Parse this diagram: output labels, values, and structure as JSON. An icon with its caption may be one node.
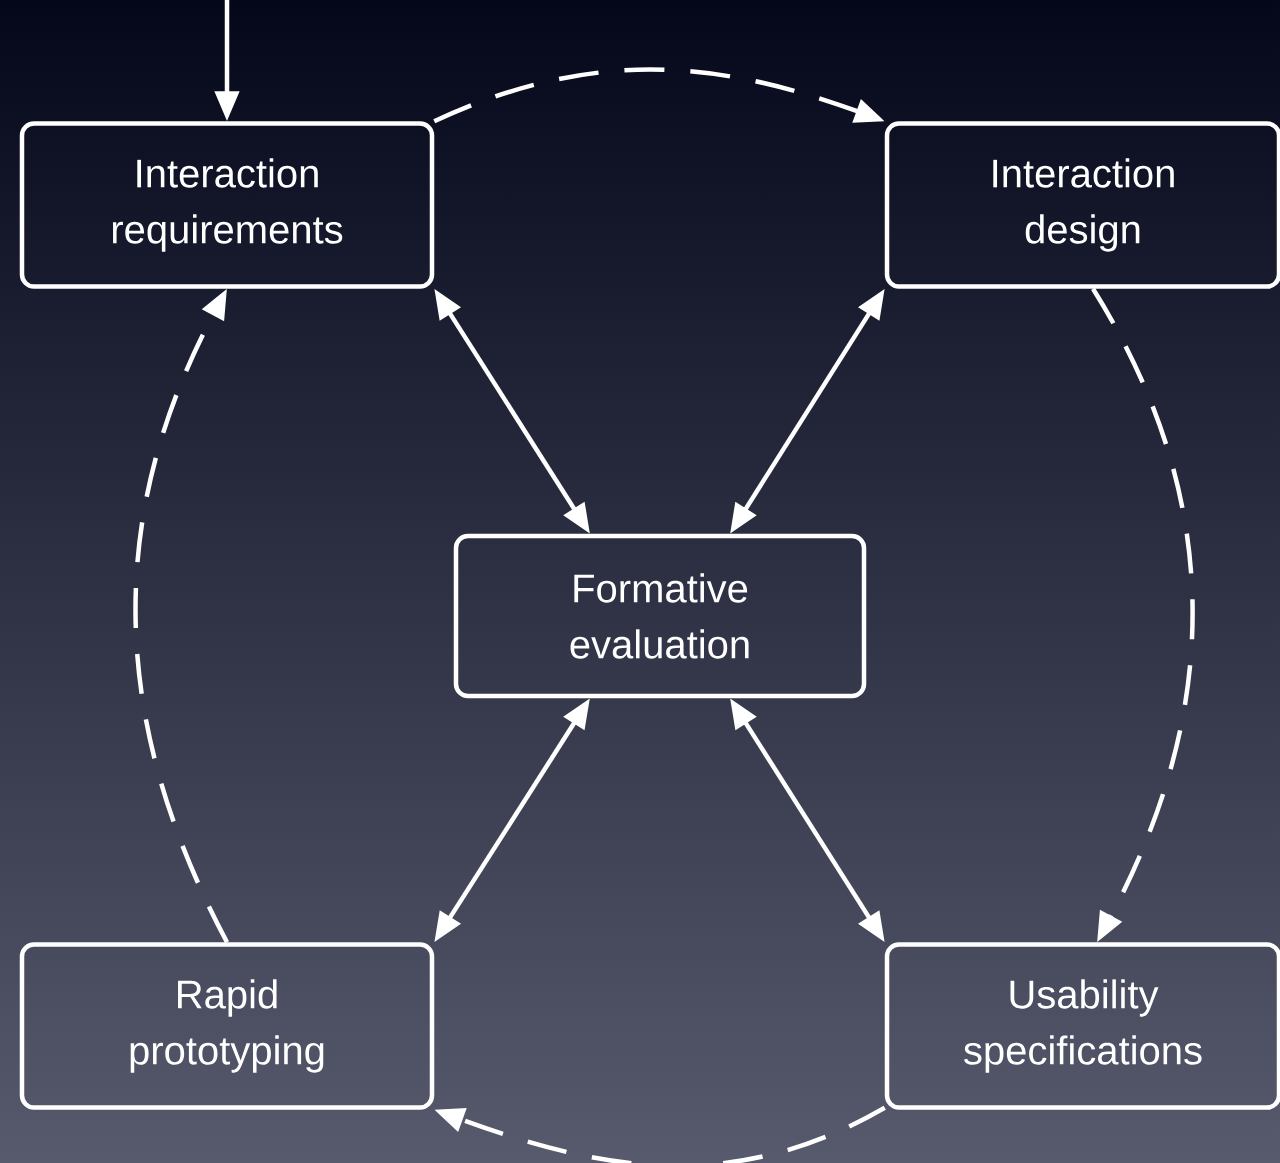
{
  "diagram": {
    "nodes": [
      {
        "text": [
          "Interaction requirements"
        ]
      },
      {
        "text": [
          "Interaction design"
        ]
      },
      {
        "text": [
          "Formative evaluation"
        ]
      },
      {
        "text": [
          "Rapid prototyping"
        ]
      },
      {
        "text": [
          "Usability specifications"
        ]
      }
    ],
    "edges": [
      {
        "from": null,
        "to": 0,
        "arrow": "to"
      },
      {
        "from": 0,
        "to": 1,
        "arrow": "to",
        "style": "dashed"
      },
      {
        "from": 1,
        "to": 4,
        "arrow": "to",
        "style": "dashed"
      },
      {
        "from": 4,
        "to": 3,
        "arrow": "to",
        "style": "dashed"
      },
      {
        "from": 3,
        "to": 0,
        "arrow": "to",
        "style": "dashed"
      },
      {
        "from": 0,
        "to": 2,
        "arrow": "both"
      },
      {
        "from": 1,
        "to": 2,
        "arrow": "both"
      },
      {
        "from": 2,
        "to": 3,
        "arrow": "both"
      },
      {
        "from": 2,
        "to": 4,
        "arrow": "both"
      }
    ]
  }
}
